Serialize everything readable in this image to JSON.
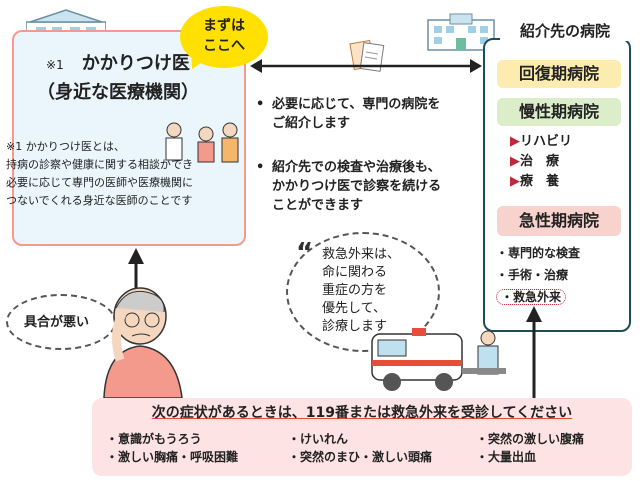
{
  "bubble": {
    "line1": "まずは",
    "line2": "ここへ"
  },
  "clinic": {
    "note_mark": "※1",
    "title": "かかりつけ医",
    "subtitle": "（身近な医療機関）",
    "desc": [
      "※1 かかりつけ医とは、",
      "持病の診察や健康に関する相談ができ",
      "必要に応じて専門の医師や医療機関に",
      "つないでくれる身近な医師のことです"
    ]
  },
  "middle": {
    "bullet1": [
      "必要に応じて、専門の病院を",
      "ご紹介します"
    ],
    "bullet2": [
      "紹介先での検査や治療後も、",
      "かかりつけ医で診察を続ける",
      "ことができます"
    ]
  },
  "hospital": {
    "heading": "紹介先の病院",
    "recovery": "回復期病院",
    "chronic": "慢性期病院",
    "chronic_items": [
      "リハビリ",
      "治　療",
      "療　養"
    ],
    "acute": "急性期病院",
    "acute_items": [
      "・専門的な検査",
      "・手術・治療",
      "・救急外来"
    ]
  },
  "cloud_emergency": [
    "救急外来は、",
    "命に関わる",
    "重症の方を",
    "優先して、",
    "診療します"
  ],
  "cloud_unwell": "具合が悪い",
  "bottom": {
    "title": "次の症状があるときは、119番または救急外来を受診してください",
    "col1": [
      "・意識がもうろう",
      "・激しい胸痛・呼吸困難"
    ],
    "col2": [
      "・けいれん",
      "・突然のまひ・激しい頭痛"
    ],
    "col3": [
      "・突然の激しい腹痛",
      "・大量出血"
    ]
  },
  "colors": {
    "accent": "#ffe000",
    "recovery": "#fdecb0",
    "chronic": "#dbeec9",
    "acute": "#f8d2cc",
    "box_border": "#f39a8c",
    "navy": "#1e4d5a"
  }
}
